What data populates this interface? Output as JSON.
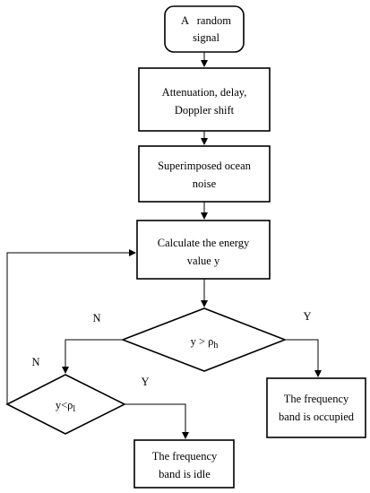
{
  "nodes": {
    "start": {
      "line1": "A   random",
      "line2": "signal"
    },
    "attenuation": {
      "line1": "Attenuation, delay,",
      "line2": "Doppler shift"
    },
    "noise": {
      "line1": "Superimposed ocean",
      "line2": "noise"
    },
    "energy": {
      "line1": "Calculate the energy",
      "line2": "value y"
    },
    "decision_high": {
      "text": "y > ρ",
      "sub": "h"
    },
    "decision_low": {
      "text": "y<ρ",
      "sub": "l"
    },
    "occupied": {
      "line1": "The frequency",
      "line2": "band is occupied"
    },
    "idle": {
      "line1": "The frequency",
      "line2": "band is idle"
    }
  },
  "edge_labels": {
    "high_no": "N",
    "high_yes": "Y",
    "low_no": "N",
    "low_yes": "Y"
  }
}
